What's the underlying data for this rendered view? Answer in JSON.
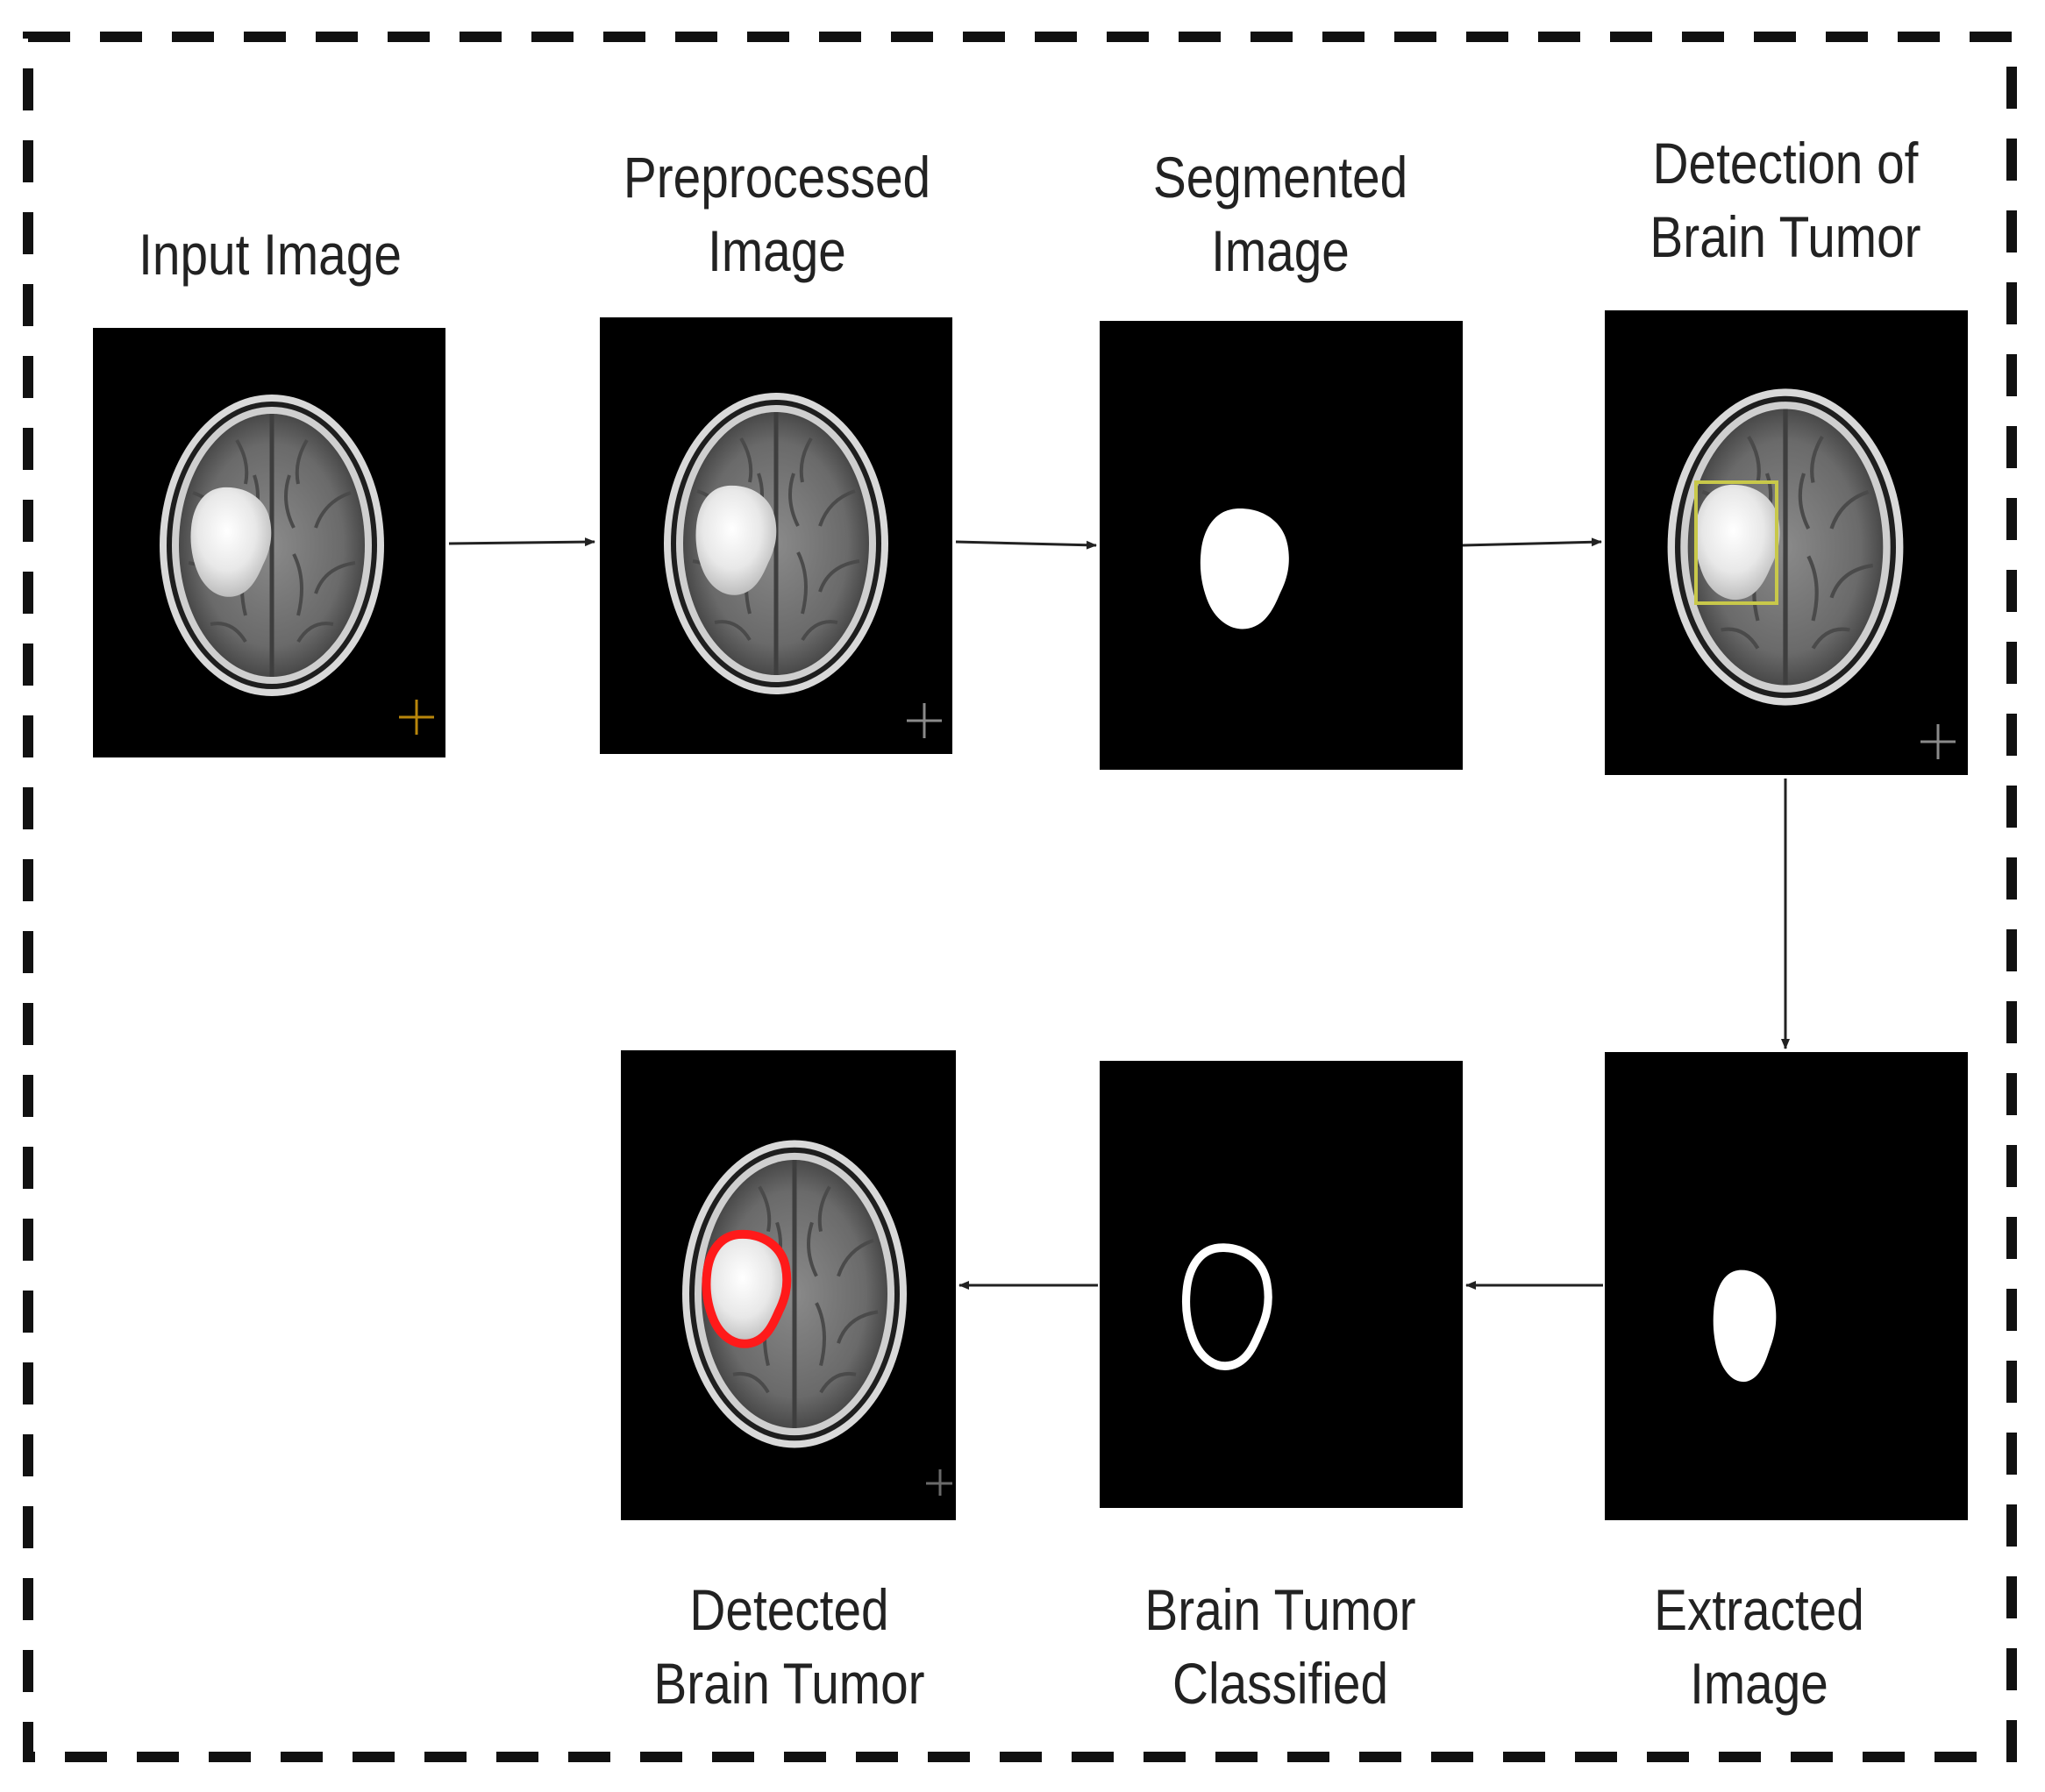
{
  "steps": [
    {
      "line1": "Input Image",
      "line2": ""
    },
    {
      "line1": "Preprocessed",
      "line2": "Image"
    },
    {
      "line1": "Segmented",
      "line2": "Image"
    },
    {
      "line1": "Detection of",
      "line2": "Brain Tumor"
    },
    {
      "line1": "Extracted",
      "line2": "Image"
    },
    {
      "line1": "Brain Tumor",
      "line2": "Classified"
    },
    {
      "line1": "Detected",
      "line2": "Brain Tumor"
    }
  ],
  "colors": {
    "frame_border": "#111111",
    "arrow": "#222222",
    "panel_bg": "#000000",
    "detection_box": "#c8c84a",
    "tumor_outline": "#ff1a1a"
  }
}
